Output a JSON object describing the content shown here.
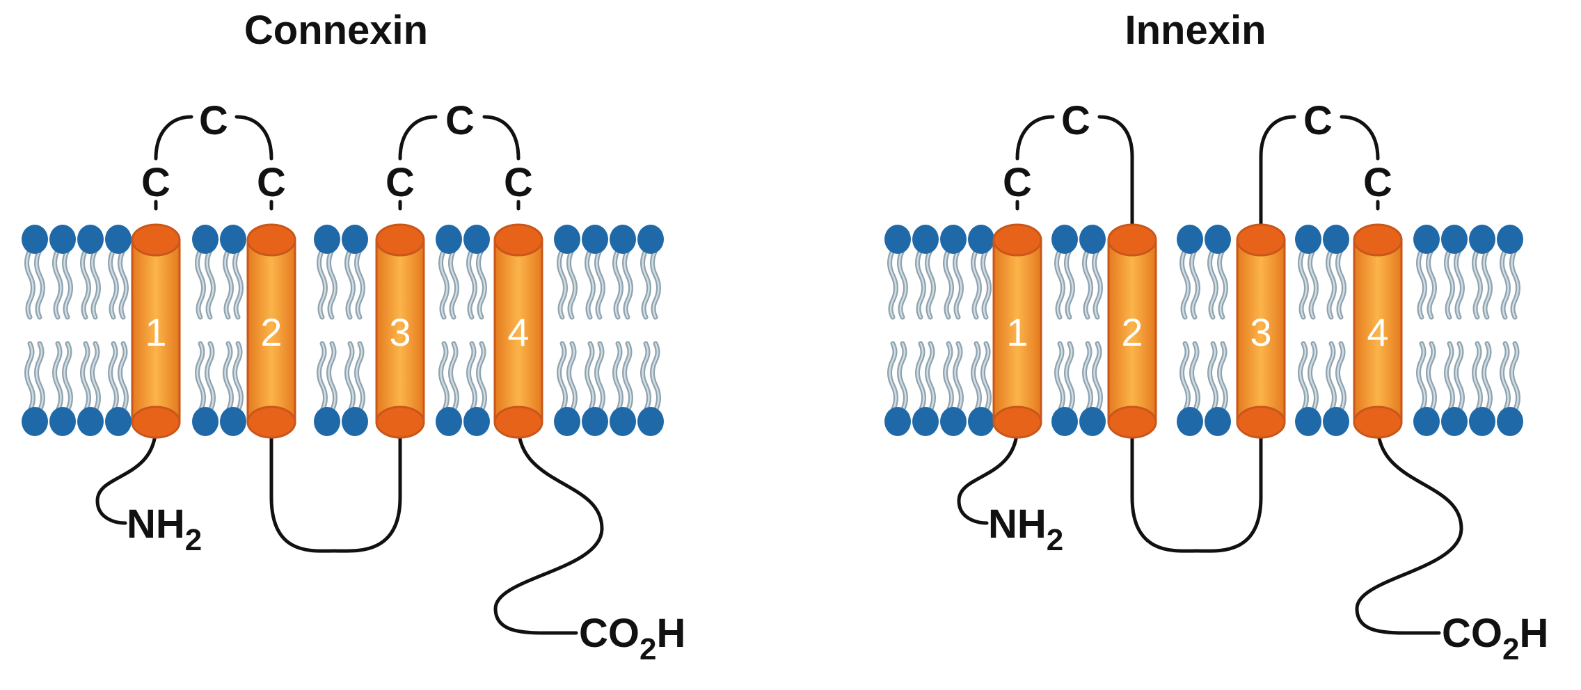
{
  "panels": [
    {
      "id": "connexin",
      "title": "Connexin",
      "helices": [
        "1",
        "2",
        "3",
        "4"
      ],
      "cysteine_label": "C",
      "n_terminus": {
        "main": "NH",
        "sub": "2"
      },
      "c_terminus": {
        "main": "CO",
        "sub": "2",
        "suffix": "H"
      }
    },
    {
      "id": "innexin",
      "title": "Innexin",
      "helices": [
        "1",
        "2",
        "3",
        "4"
      ],
      "cysteine_label": "C",
      "n_terminus": {
        "main": "NH",
        "sub": "2"
      },
      "c_terminus": {
        "main": "CO",
        "sub": "2",
        "suffix": "H"
      }
    }
  ],
  "colors": {
    "helix_body": "#f7a02c",
    "helix_cap": "#e8631a",
    "lipid_head": "#1f69a8",
    "lipid_tail": "#8fa4b0",
    "line": "#111111"
  }
}
